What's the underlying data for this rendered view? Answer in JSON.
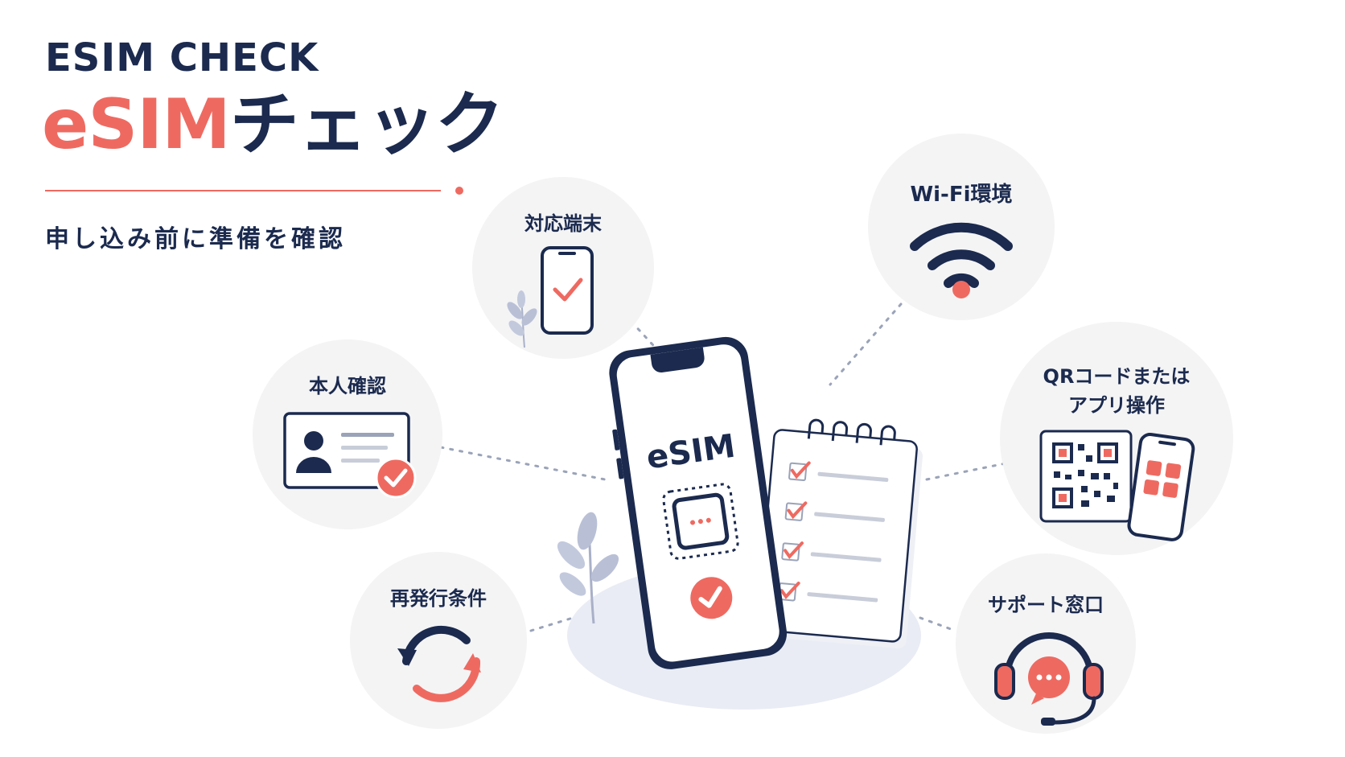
{
  "header": {
    "kicker": "ESIM CHECK",
    "headline_accent": "eSIM",
    "headline_rest": "チェック",
    "subtitle": "申し込み前に準備を確認"
  },
  "center": {
    "phone_label": "eSIM"
  },
  "checklist": {
    "items": 4,
    "checked": 4
  },
  "nodes": {
    "compatible_device": {
      "label": "対応端末",
      "icon": "smartphone-check-icon"
    },
    "wifi": {
      "label": "Wi-Fi環境",
      "icon": "wifi-icon"
    },
    "identity": {
      "label": "本人確認",
      "icon": "id-card-icon"
    },
    "qr_app": {
      "label_line1": "QRコードまたは",
      "label_line2": "アプリ操作",
      "icon": "qr-code-app-icon"
    },
    "reissue": {
      "label": "再発行条件",
      "icon": "refresh-icon"
    },
    "support": {
      "label": "サポート窓口",
      "icon": "headset-chat-icon"
    }
  },
  "colors": {
    "navy": "#1b2a4e",
    "accent": "#ee6a61",
    "circle_bg": "#f4f4f5",
    "line_gray": "#9aa3b8",
    "platform": "#e9ecf4",
    "leaf": "#a9b0c8"
  }
}
